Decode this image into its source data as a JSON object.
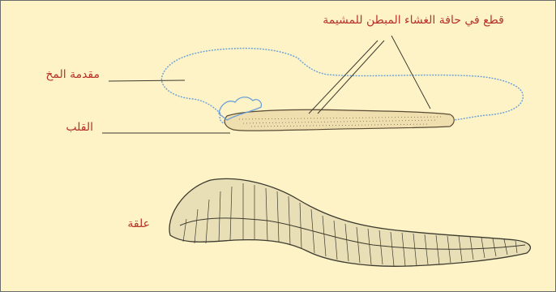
{
  "labels": {
    "embryo_cut": "قطع في حافة الغشاء المبطن للمشيمة",
    "forebrain": "مقدمة المخ",
    "heart": "القلب",
    "leech": "علقة"
  },
  "colors": {
    "background": "#fdf3c6",
    "label_text": "#b8322a",
    "embryo_outline": "#6a9fd8",
    "drawing_ink": "#3d3a2e"
  }
}
